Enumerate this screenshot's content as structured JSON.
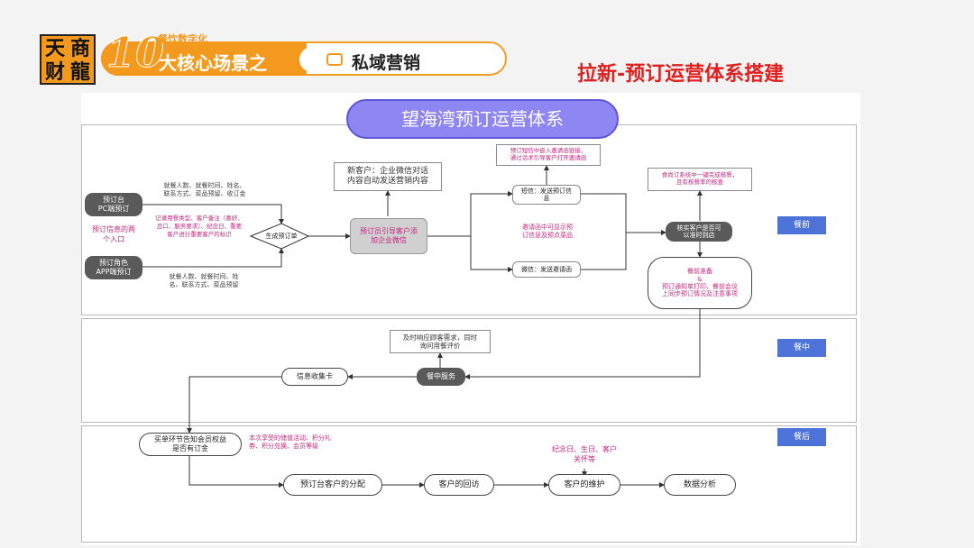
{
  "header": {
    "logo_chars": [
      "天",
      "商",
      "财",
      "龍"
    ],
    "number": "10",
    "subtitle": "餐饮数字化",
    "series_title": "大核心场景之",
    "scene_name": "私域营销",
    "page_title": "拉新-预订运营体系搭建"
  },
  "diagram": {
    "title": "望海湾预订运营体系",
    "phases": [
      "餐前",
      "餐中",
      "餐后"
    ],
    "pre": {
      "channel_pc": "预订台\nPC端预订",
      "channel_app": "预订角色\nAPP端预订",
      "entry_note": "预订信息的两\n个入口",
      "pc_fields": "就餐人数、就餐时间、姓名、\n联系方式、菜品预留、收订金",
      "record_note": "记录用餐类型、客户备注（喜好、\n忌口、服务要求）、纪念日、重要\n客户进行重要客户的标识",
      "app_fields": "就餐人数、就餐时间、姓\n名、联系方式、菜品预留",
      "gen_order": "生成预订单",
      "new_customer": "新客户：企业微信对话\n内容自动发送营销内容",
      "guide": "预订员引导客户添\n加企业微信",
      "sms_note": "预订短信中嵌入邀请函链接，\n通过话术引导客户打开邀请函",
      "sms": "短信：发送预订信\n息",
      "invite_note": "邀请函中可显示预\n订信息及预点菜品",
      "wechat": "微信：发送邀请函",
      "confirm_note": "食尚订系统中一键完成核餐，\n且有核餐率的核查",
      "confirm": "核实客户是否可\n以准时到店",
      "prep": "餐前准备\n&\n预订通知单打印、餐前会议\n上同步预订情况及注意事项"
    },
    "mid": {
      "reply_note": "及时响应顾客需求，同时\n询问用餐评价",
      "service": "餐中服务",
      "card": "信息收集卡"
    },
    "post": {
      "checkout": "买单环节告知会员权益\n是否有订金",
      "benefit_note": "本次享受的储值活动、积分礼\n券、积分兑换、会员等级",
      "care_note": "纪念日、生日、客户\n关怀等",
      "steps": [
        "预订台客户的分配",
        "客户的回访",
        "客户的维护",
        "数据分析"
      ]
    }
  },
  "colors": {
    "orange": "#f39a1e",
    "title_red": "#e0201e",
    "phase_blue": "#4e73d8",
    "title_purple": "#7a6ff0",
    "accent_pink": "#c2287e"
  }
}
